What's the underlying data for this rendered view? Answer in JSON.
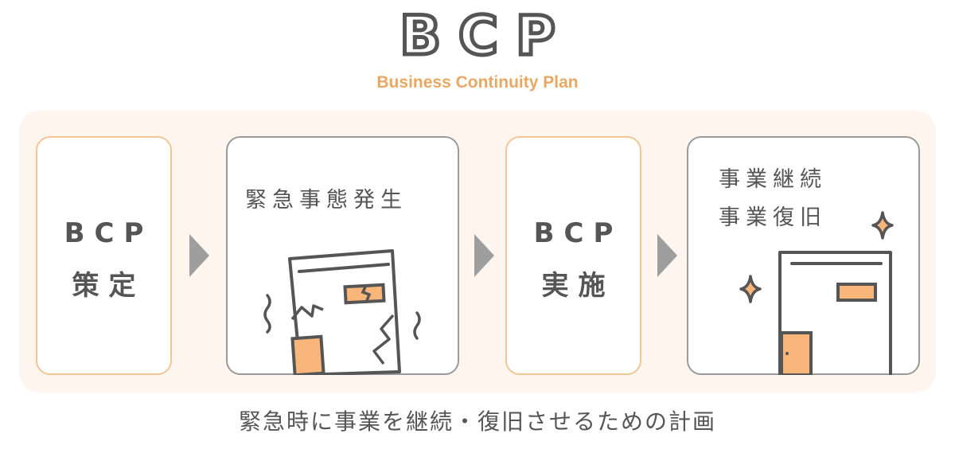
{
  "logo": {
    "letters": "BCP",
    "subtitle": "Business Continuity Plan"
  },
  "steps": [
    {
      "line1": "BCP",
      "line2": "策定"
    },
    {
      "heading": "緊急事態発生"
    },
    {
      "line1": "BCP",
      "line2": "実施"
    },
    {
      "heading_line1": "事業継続",
      "heading_line2": "事業復旧"
    }
  ],
  "caption": "緊急時に事業を継続・復旧させるための計画",
  "colors": {
    "accent": "#E8A863",
    "card_border_orange": "#F2C594",
    "band": "#FDF5EE",
    "fill_orange": "#F9B67A",
    "ink": "#555555"
  }
}
